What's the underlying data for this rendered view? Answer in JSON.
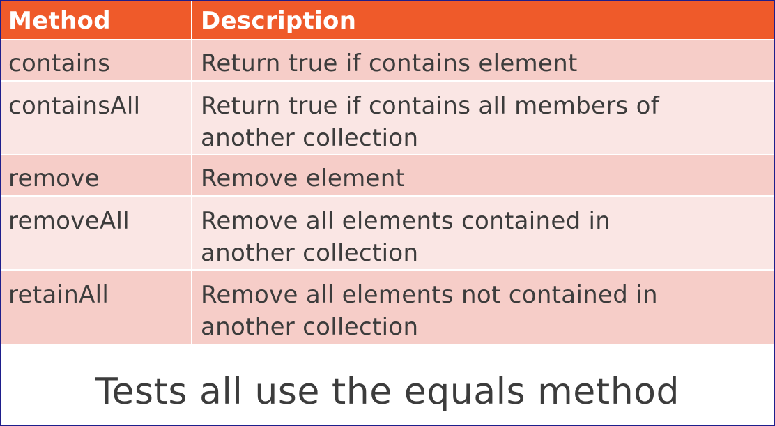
{
  "table": {
    "headers": {
      "method": "Method",
      "description": "Description"
    },
    "rows": [
      {
        "method": "contains",
        "description": "Return true if contains element"
      },
      {
        "method": "containsAll",
        "description": "Return true if contains all members of another collection"
      },
      {
        "method": "remove",
        "description": "Remove element"
      },
      {
        "method": "removeAll",
        "description": "Remove all elements contained in another collection"
      },
      {
        "method": "retainAll",
        "description": "Remove all elements not contained in another collection"
      }
    ]
  },
  "footer": {
    "text": "Tests all use the equals method"
  },
  "colors": {
    "header_bg": "#ef5a2a",
    "row_dark": "#f6cdc8",
    "row_light": "#fae6e4",
    "text": "#3c3c3c"
  }
}
